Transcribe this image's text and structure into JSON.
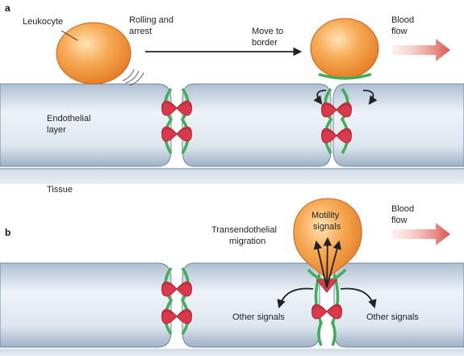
{
  "panels": [
    {
      "letter": "a",
      "labels": {
        "leukocyte": "Leukocyte",
        "rolling": [
          "Rolling and",
          "arrest"
        ],
        "move": [
          "Move to",
          "border"
        ],
        "blood_flow": [
          "Blood",
          "flow"
        ],
        "endothelial": [
          "Endothelial",
          "layer"
        ],
        "tissue": "Tissue"
      }
    },
    {
      "letter": "b",
      "labels": {
        "transendothelial": [
          "Transendothelial",
          "migration"
        ],
        "motility": [
          "Motility",
          "signals"
        ],
        "blood_flow": [
          "Blood",
          "flow"
        ],
        "other_left": "Other signals",
        "other_right": "Other signals"
      }
    }
  ],
  "colors": {
    "leukocyte": "#f09a3e",
    "junction_protein": "#d9394a",
    "membrane": "#3fae57",
    "endothelium": "#c9d7e6",
    "flow_arrow": "#d9534a"
  }
}
